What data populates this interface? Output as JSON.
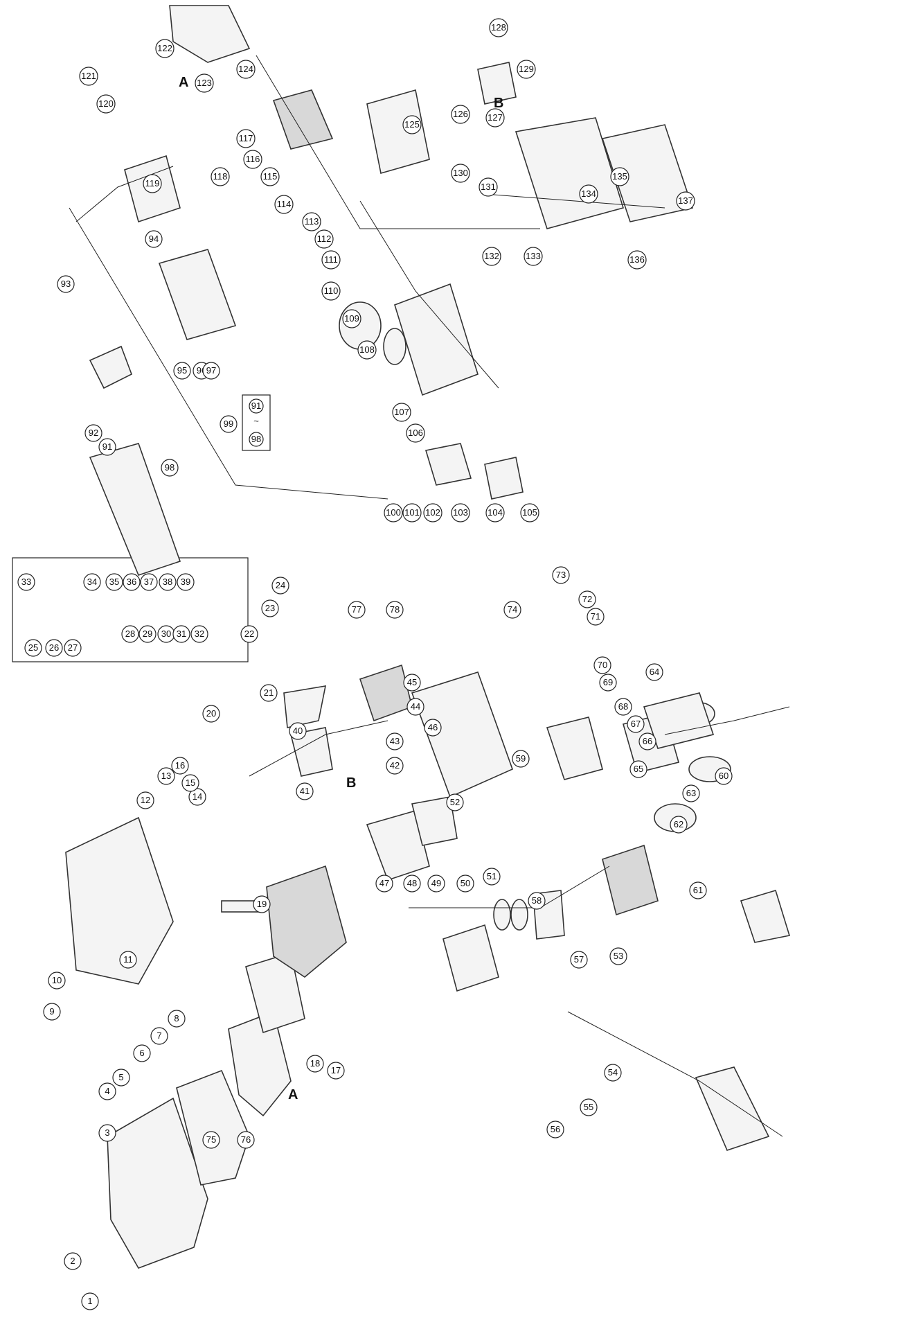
{
  "diagram": {
    "letters": [
      {
        "id": "A_left",
        "text": "A"
      },
      {
        "id": "B_left",
        "text": "B"
      },
      {
        "id": "A_right",
        "text": "A"
      },
      {
        "id": "B_right",
        "text": "B"
      }
    ],
    "range_box": {
      "from": "91",
      "to": "98",
      "total": "99",
      "separator": "~"
    },
    "callouts": [
      "1",
      "2",
      "3",
      "4",
      "5",
      "6",
      "7",
      "8",
      "9",
      "10",
      "11",
      "12",
      "13",
      "14",
      "15",
      "16",
      "17",
      "18",
      "19",
      "20",
      "21",
      "22",
      "23",
      "24",
      "25",
      "26",
      "27",
      "28",
      "29",
      "30",
      "31",
      "32",
      "33",
      "34",
      "35",
      "36",
      "37",
      "38",
      "39",
      "40",
      "41",
      "42",
      "43",
      "44",
      "45",
      "46",
      "47",
      "48",
      "49",
      "50",
      "51",
      "52",
      "53",
      "54",
      "55",
      "56",
      "57",
      "58",
      "59",
      "60",
      "61",
      "62",
      "63",
      "64",
      "65",
      "66",
      "67",
      "68",
      "69",
      "70",
      "71",
      "72",
      "73",
      "74",
      "75",
      "76",
      "77",
      "78",
      "91",
      "92",
      "93",
      "94",
      "95",
      "96",
      "97",
      "98",
      "100",
      "101",
      "102",
      "103",
      "104",
      "105",
      "106",
      "107",
      "108",
      "109",
      "110",
      "111",
      "112",
      "113",
      "114",
      "115",
      "116",
      "117",
      "118",
      "119",
      "120",
      "121",
      "122",
      "123",
      "124",
      "125",
      "126",
      "127",
      "128",
      "129",
      "130",
      "131",
      "132",
      "133",
      "134",
      "135",
      "136",
      "137"
    ]
  }
}
